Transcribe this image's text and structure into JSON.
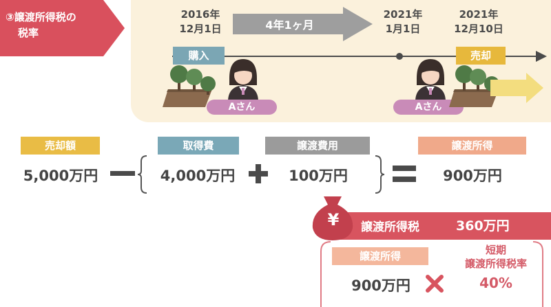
{
  "heading": {
    "line1": "③譲渡所得税の",
    "line2": "税率"
  },
  "timeline": {
    "date1": {
      "year": "2016年",
      "day": "12月1日"
    },
    "duration": "4年1ヶ月",
    "date2": {
      "year": "2021年",
      "day": "1月1日"
    },
    "date3": {
      "year": "2021年",
      "day": "12月10日"
    },
    "purchase_label": "購入",
    "sale_label": "売却",
    "person_label_left": "Aさん",
    "person_label_right": "Aさん"
  },
  "equation": {
    "sale_price": {
      "label": "売却額",
      "value": "5,000万円"
    },
    "acquisition_cost": {
      "label": "取得費",
      "value": "4,000万円"
    },
    "transfer_cost": {
      "label": "譲渡費用",
      "value": "100万円"
    },
    "transfer_income": {
      "label": "譲渡所得",
      "value": "900万円"
    }
  },
  "tax": {
    "title": "譲渡所得税",
    "amount": "360万円",
    "currency_symbol": "¥",
    "income_label": "譲渡所得",
    "income_value": "900万円",
    "rate_label_line1": "短期",
    "rate_label_line2": "譲渡所得税率",
    "rate_value": "40%"
  },
  "colors": {
    "heading_red": "#d9505d",
    "timeline_blue": "#7ba6b4",
    "sale_yellow": "#e7b83c",
    "cost_blue": "#7aa8b7",
    "expense_gray": "#9b9b9b",
    "income_orange": "#f0a98a",
    "tax_red": "#d8545f"
  }
}
